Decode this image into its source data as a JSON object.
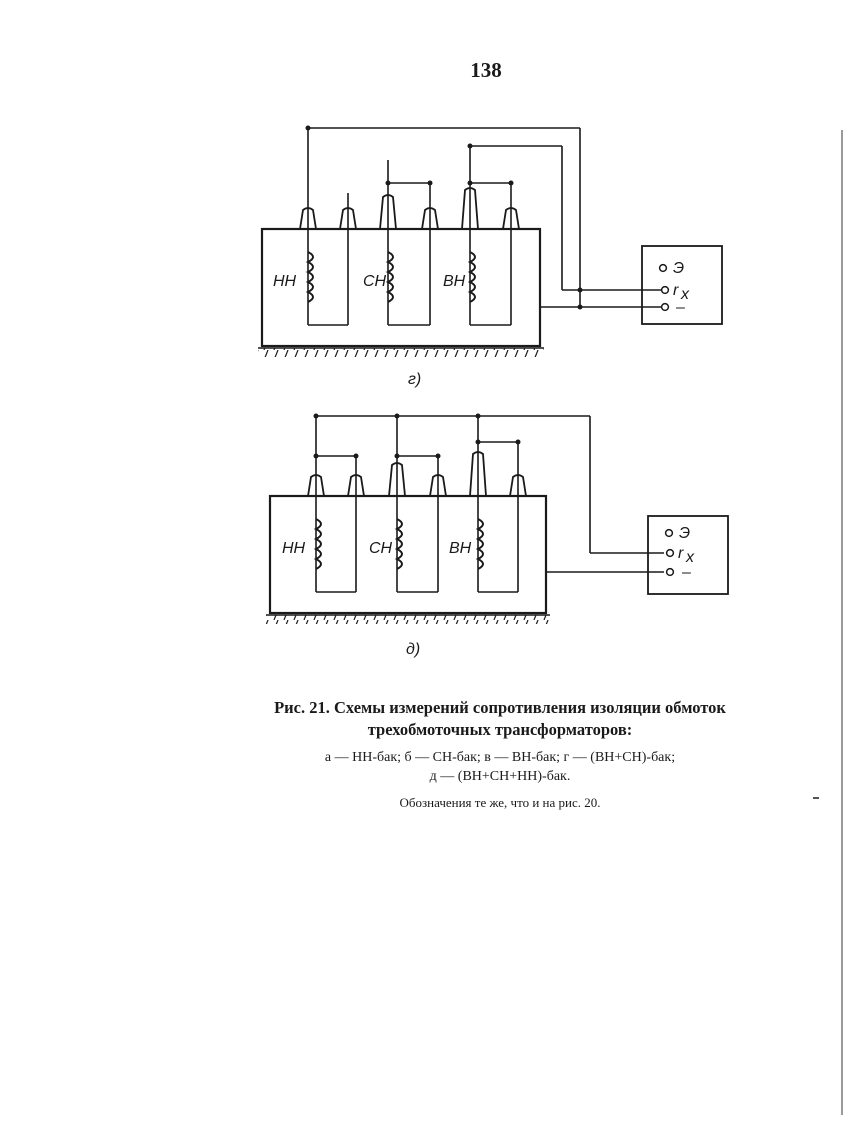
{
  "page_number": "138",
  "diagrams": [
    {
      "label": "г)",
      "windings": [
        "НН",
        "СН",
        "ВН"
      ],
      "meter": {
        "terminal_e": "Э",
        "terminal_rx": "r",
        "terminal_rx_sub": "x",
        "terminal_minus": "–"
      }
    },
    {
      "label": "д)",
      "windings": [
        "НН",
        "СН",
        "ВН"
      ],
      "meter": {
        "terminal_e": "Э",
        "terminal_rx": "r",
        "terminal_rx_sub": "x",
        "terminal_minus": "–"
      }
    }
  ],
  "caption": {
    "title_line1": "Рис. 21. Схемы измерений сопротивления изоляции обмоток",
    "title_line2": "трехобмоточных трансформаторов:",
    "legend_line1": "а — НН-бак; б — СН-бак; в — ВН-бак; г — (ВН+СН)-бак;",
    "legend_line2": "д — (ВН+СН+НН)-бак.",
    "note": "Обозначения те же, что и на рис. 20."
  }
}
